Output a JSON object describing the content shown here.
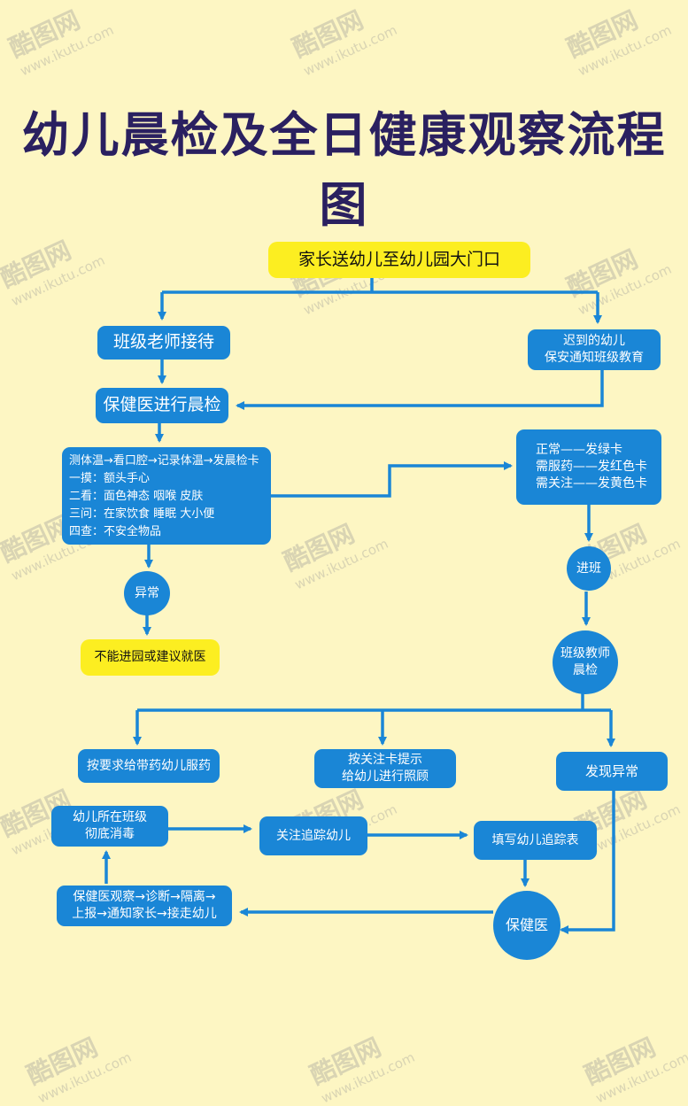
{
  "title": "幼儿晨检及全日健康观察流程图",
  "watermark": {
    "logo": "酷图网",
    "url": "www.ikutu.com"
  },
  "nodes": {
    "gate": "家长送幼儿至幼儿园大门口",
    "teacher_receive": "班级老师接待",
    "late_line1": "迟到的幼儿",
    "late_line2": "保安通知班级教育",
    "doctor_check": "保健医进行晨检",
    "check_steps": [
      "测体温→看口腔→记录体温→发晨检卡",
      "一摸：额头手心",
      "二看：面色神态  咽喉  皮肤",
      "三问：在家饮食  睡眠  大小便",
      "四查：不安全物品"
    ],
    "cards": [
      "正常——发绿卡",
      "需服药——发红色卡",
      "需关注——发黄色卡"
    ],
    "abnormal": "异常",
    "no_entry": "不能进园或建议就医",
    "enter_class": "进班",
    "class_teacher_line1": "班级教师",
    "class_teacher_line2": "晨检",
    "medicine": "按要求给带药幼儿服药",
    "care_line1": "按关注卡提示",
    "care_line2": "给幼儿进行照顾",
    "found_abnormal": "发现异常",
    "disinfect_line1": "幼儿所在班级",
    "disinfect_line2": "彻底消毒",
    "track": "关注追踪幼儿",
    "fill_table": "填写幼儿追踪表",
    "report_line1": "保健医观察→诊断→隔离→",
    "report_line2": "上报→通知家长→接走幼儿",
    "doctor": "保健医"
  },
  "colors": {
    "background": "#fdf6c3",
    "node": "#1a86d6",
    "highlight": "#fcee21",
    "title": "#2a2060",
    "arrow": "#1a86d6"
  }
}
